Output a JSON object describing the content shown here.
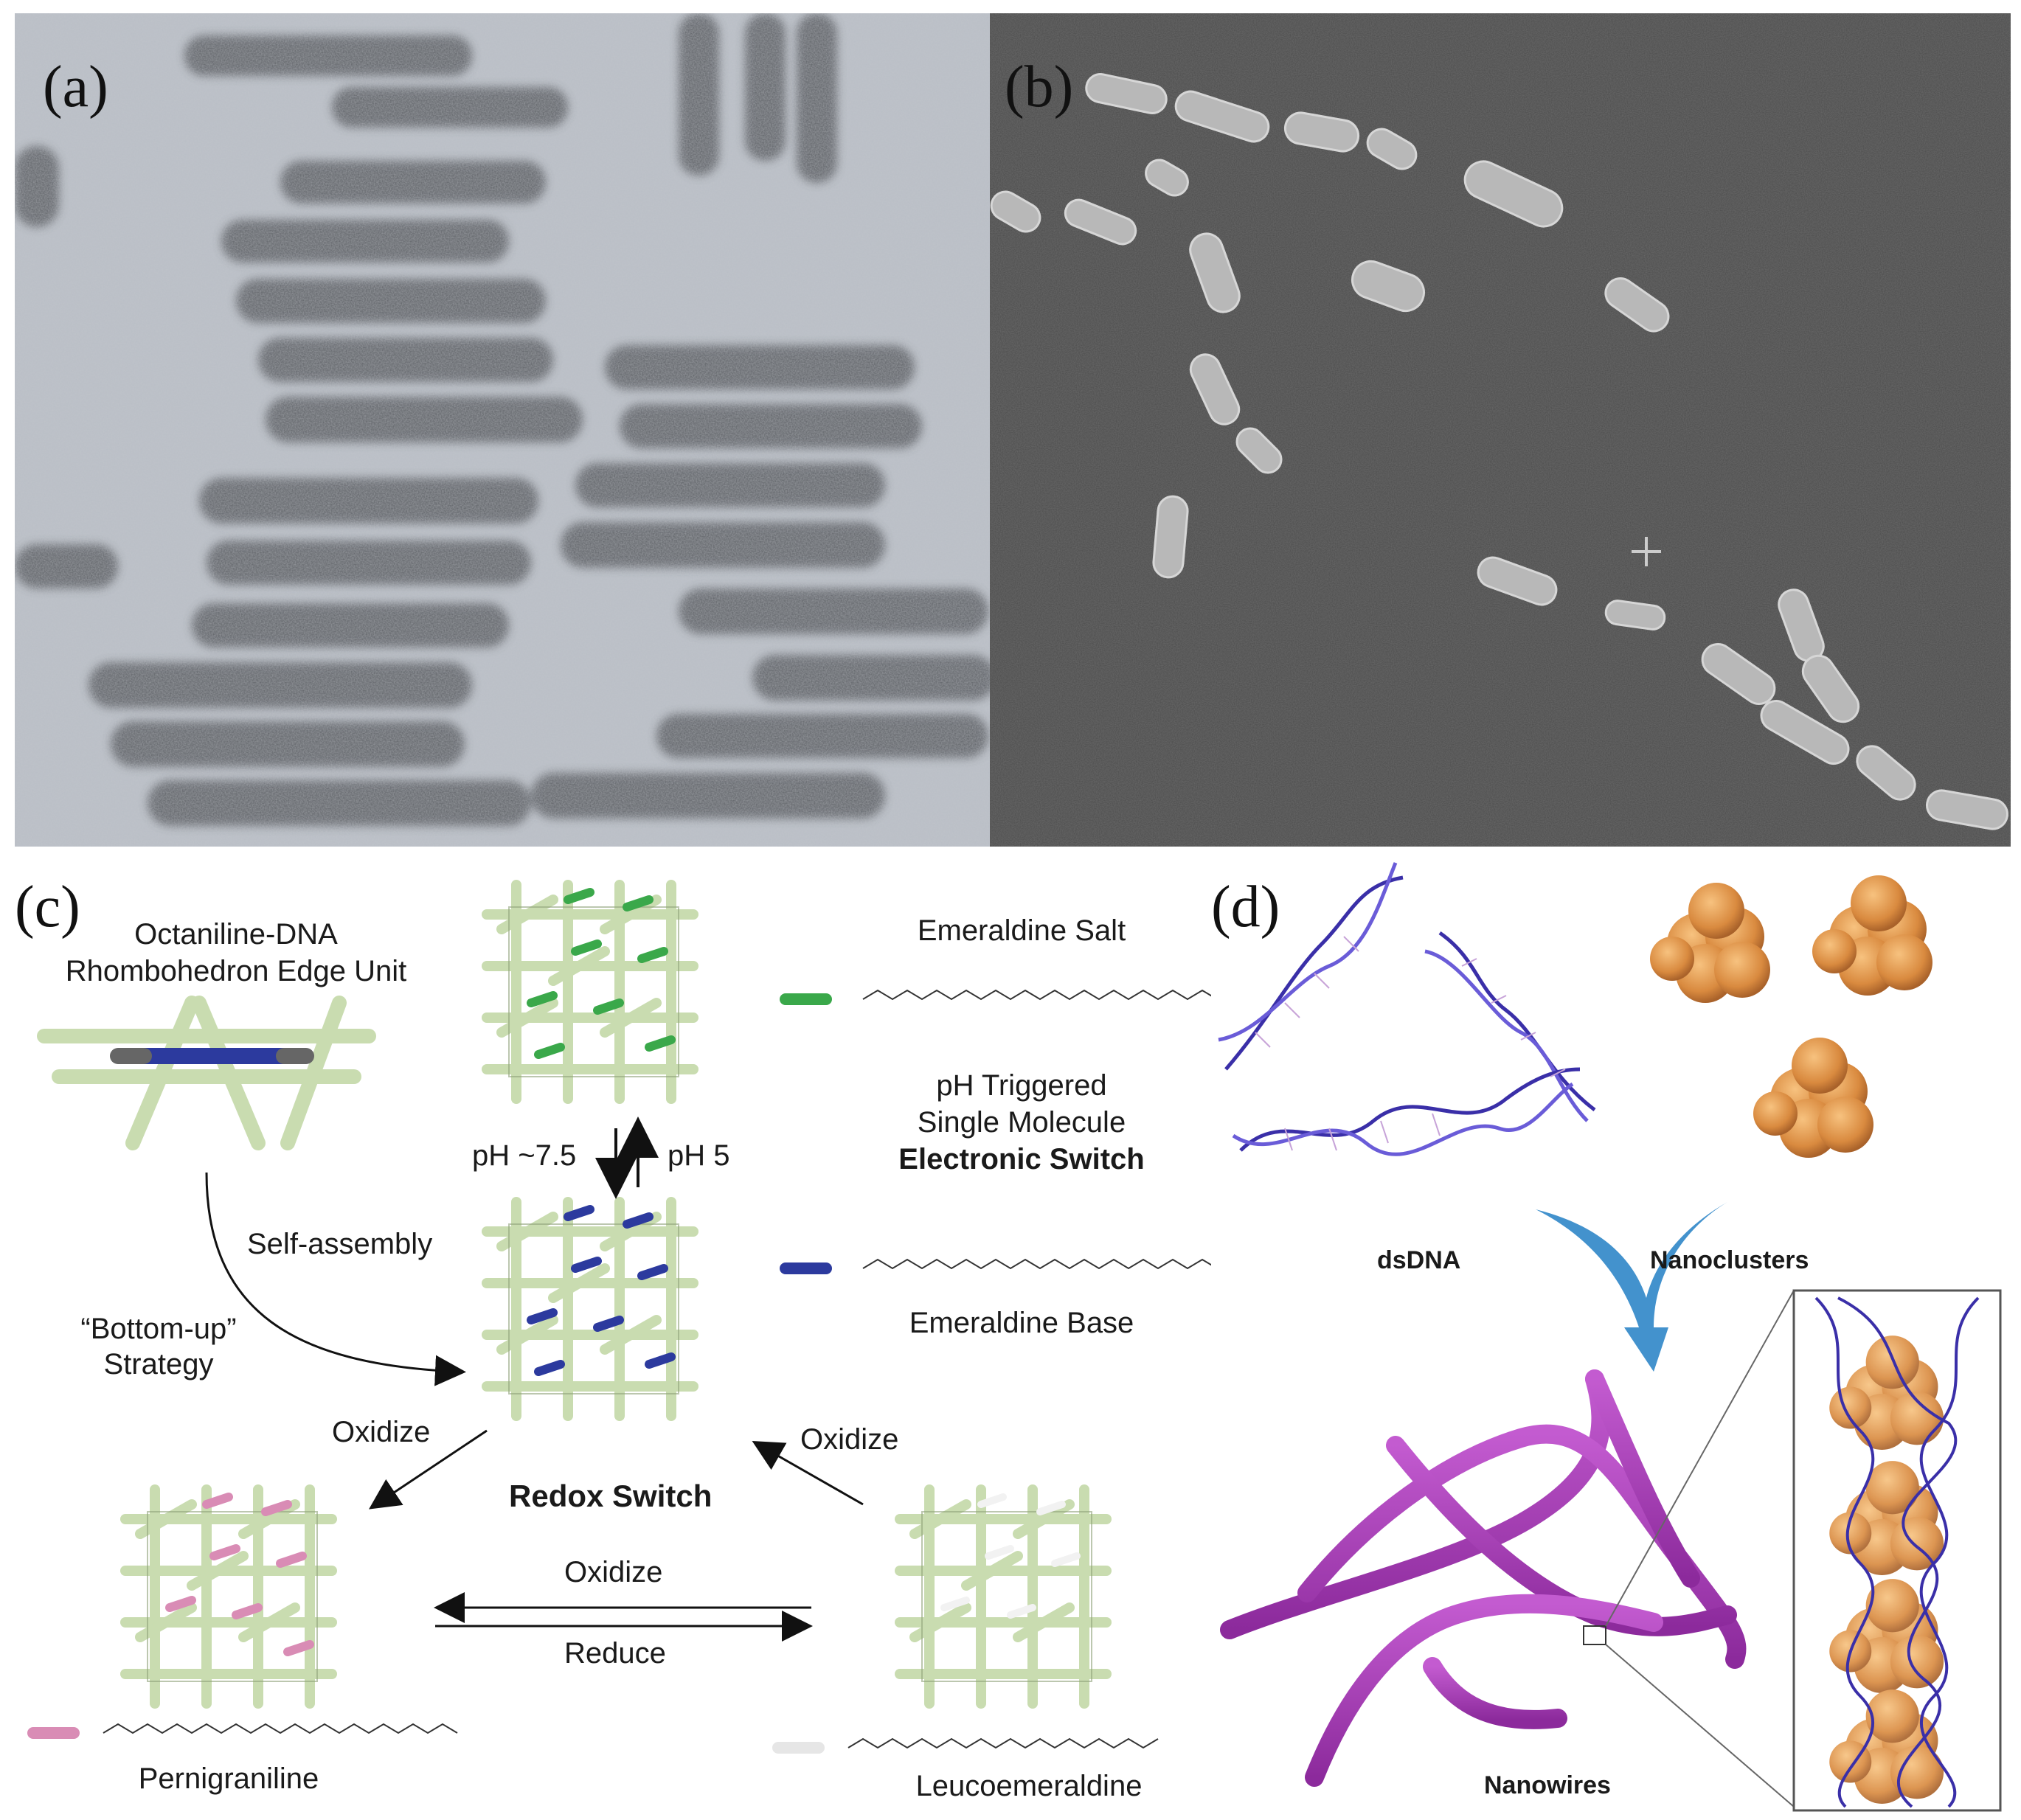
{
  "panels": {
    "a": {
      "label": "(a)"
    },
    "b": {
      "label": "(b)"
    },
    "c": {
      "label": "(c)",
      "edge_unit_title": "Octaniline-DNA",
      "edge_unit_subtitle": "Rhombohedron Edge Unit",
      "self_assembly": "Self-assembly",
      "strategy_line1": "“Bottom-up”",
      "strategy_line2": "Strategy",
      "ph_left": "pH ~7.5",
      "ph_right": "pH 5",
      "switch_line1": "pH Triggered",
      "switch_line2": "Single Molecule",
      "switch_line3": "Electronic Switch",
      "emeraldine_salt": "Emeraldine Salt",
      "emeraldine_base": "Emeraldine Base",
      "oxidize_left": "Oxidize",
      "oxidize_right": "Oxidize",
      "redox_switch": "Redox Switch",
      "oxidize_mid": "Oxidize",
      "reduce_mid": "Reduce",
      "pernigraniline": "Pernigraniline",
      "leucoemeraldine": "Leucoemeraldine",
      "colors": {
        "frame": "#c9dcb0",
        "salt": "#3aa84a",
        "base": "#2c3a9e",
        "perni": "#d98cb5",
        "leuco": "#eeeeee"
      }
    },
    "d": {
      "label": "(d)",
      "dsdna": "dsDNA",
      "nanoclusters": "Nanoclusters",
      "nanowires": "Nanowires",
      "colors": {
        "dna": "#3a2fa8",
        "cluster": "#e0954e",
        "wire": "#a83bb5",
        "arrow": "#2f86c8"
      }
    }
  }
}
